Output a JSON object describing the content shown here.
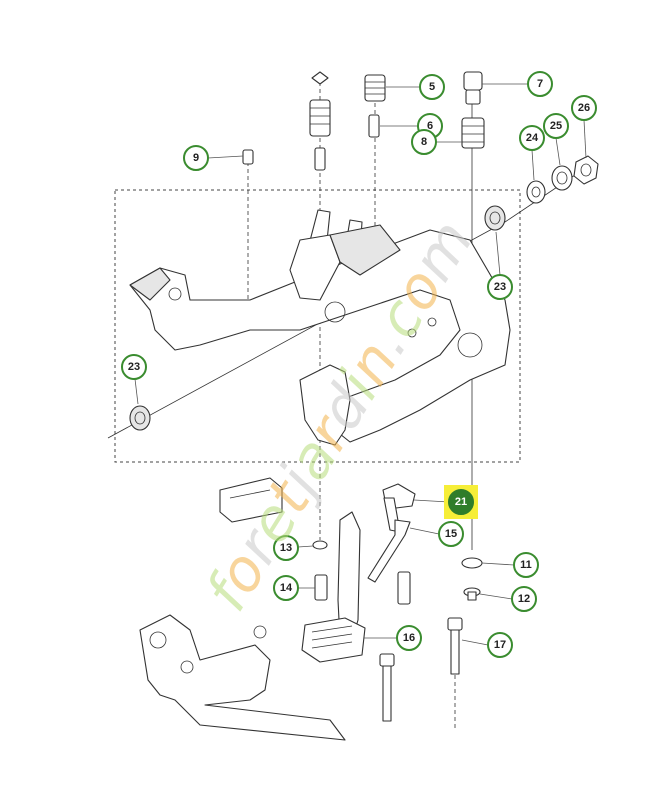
{
  "watermark": {
    "text": "foretjardin.com",
    "colors": [
      "#b7dc7a",
      "#f2b24a",
      "#c8c8c8"
    ]
  },
  "colors": {
    "callout_ring": "#3a8c2f",
    "highlight_fill": "#2f7d2a",
    "highlight_bg": "#f6ee38",
    "line": "#333333"
  },
  "callouts": [
    {
      "id": "c5",
      "label": "5"
    },
    {
      "id": "c7",
      "label": "7"
    },
    {
      "id": "c6",
      "label": "6"
    },
    {
      "id": "c8",
      "label": "8"
    },
    {
      "id": "c9",
      "label": "9"
    },
    {
      "id": "c24",
      "label": "24"
    },
    {
      "id": "c25",
      "label": "25"
    },
    {
      "id": "c26",
      "label": "26"
    },
    {
      "id": "c23a",
      "label": "23"
    },
    {
      "id": "c23b",
      "label": "23"
    },
    {
      "id": "c21",
      "label": "21",
      "highlighted": true
    },
    {
      "id": "c13",
      "label": "13"
    },
    {
      "id": "c15",
      "label": "15"
    },
    {
      "id": "c11",
      "label": "11"
    },
    {
      "id": "c14",
      "label": "14"
    },
    {
      "id": "c12",
      "label": "12"
    },
    {
      "id": "c16",
      "label": "16"
    },
    {
      "id": "c17",
      "label": "17"
    }
  ]
}
